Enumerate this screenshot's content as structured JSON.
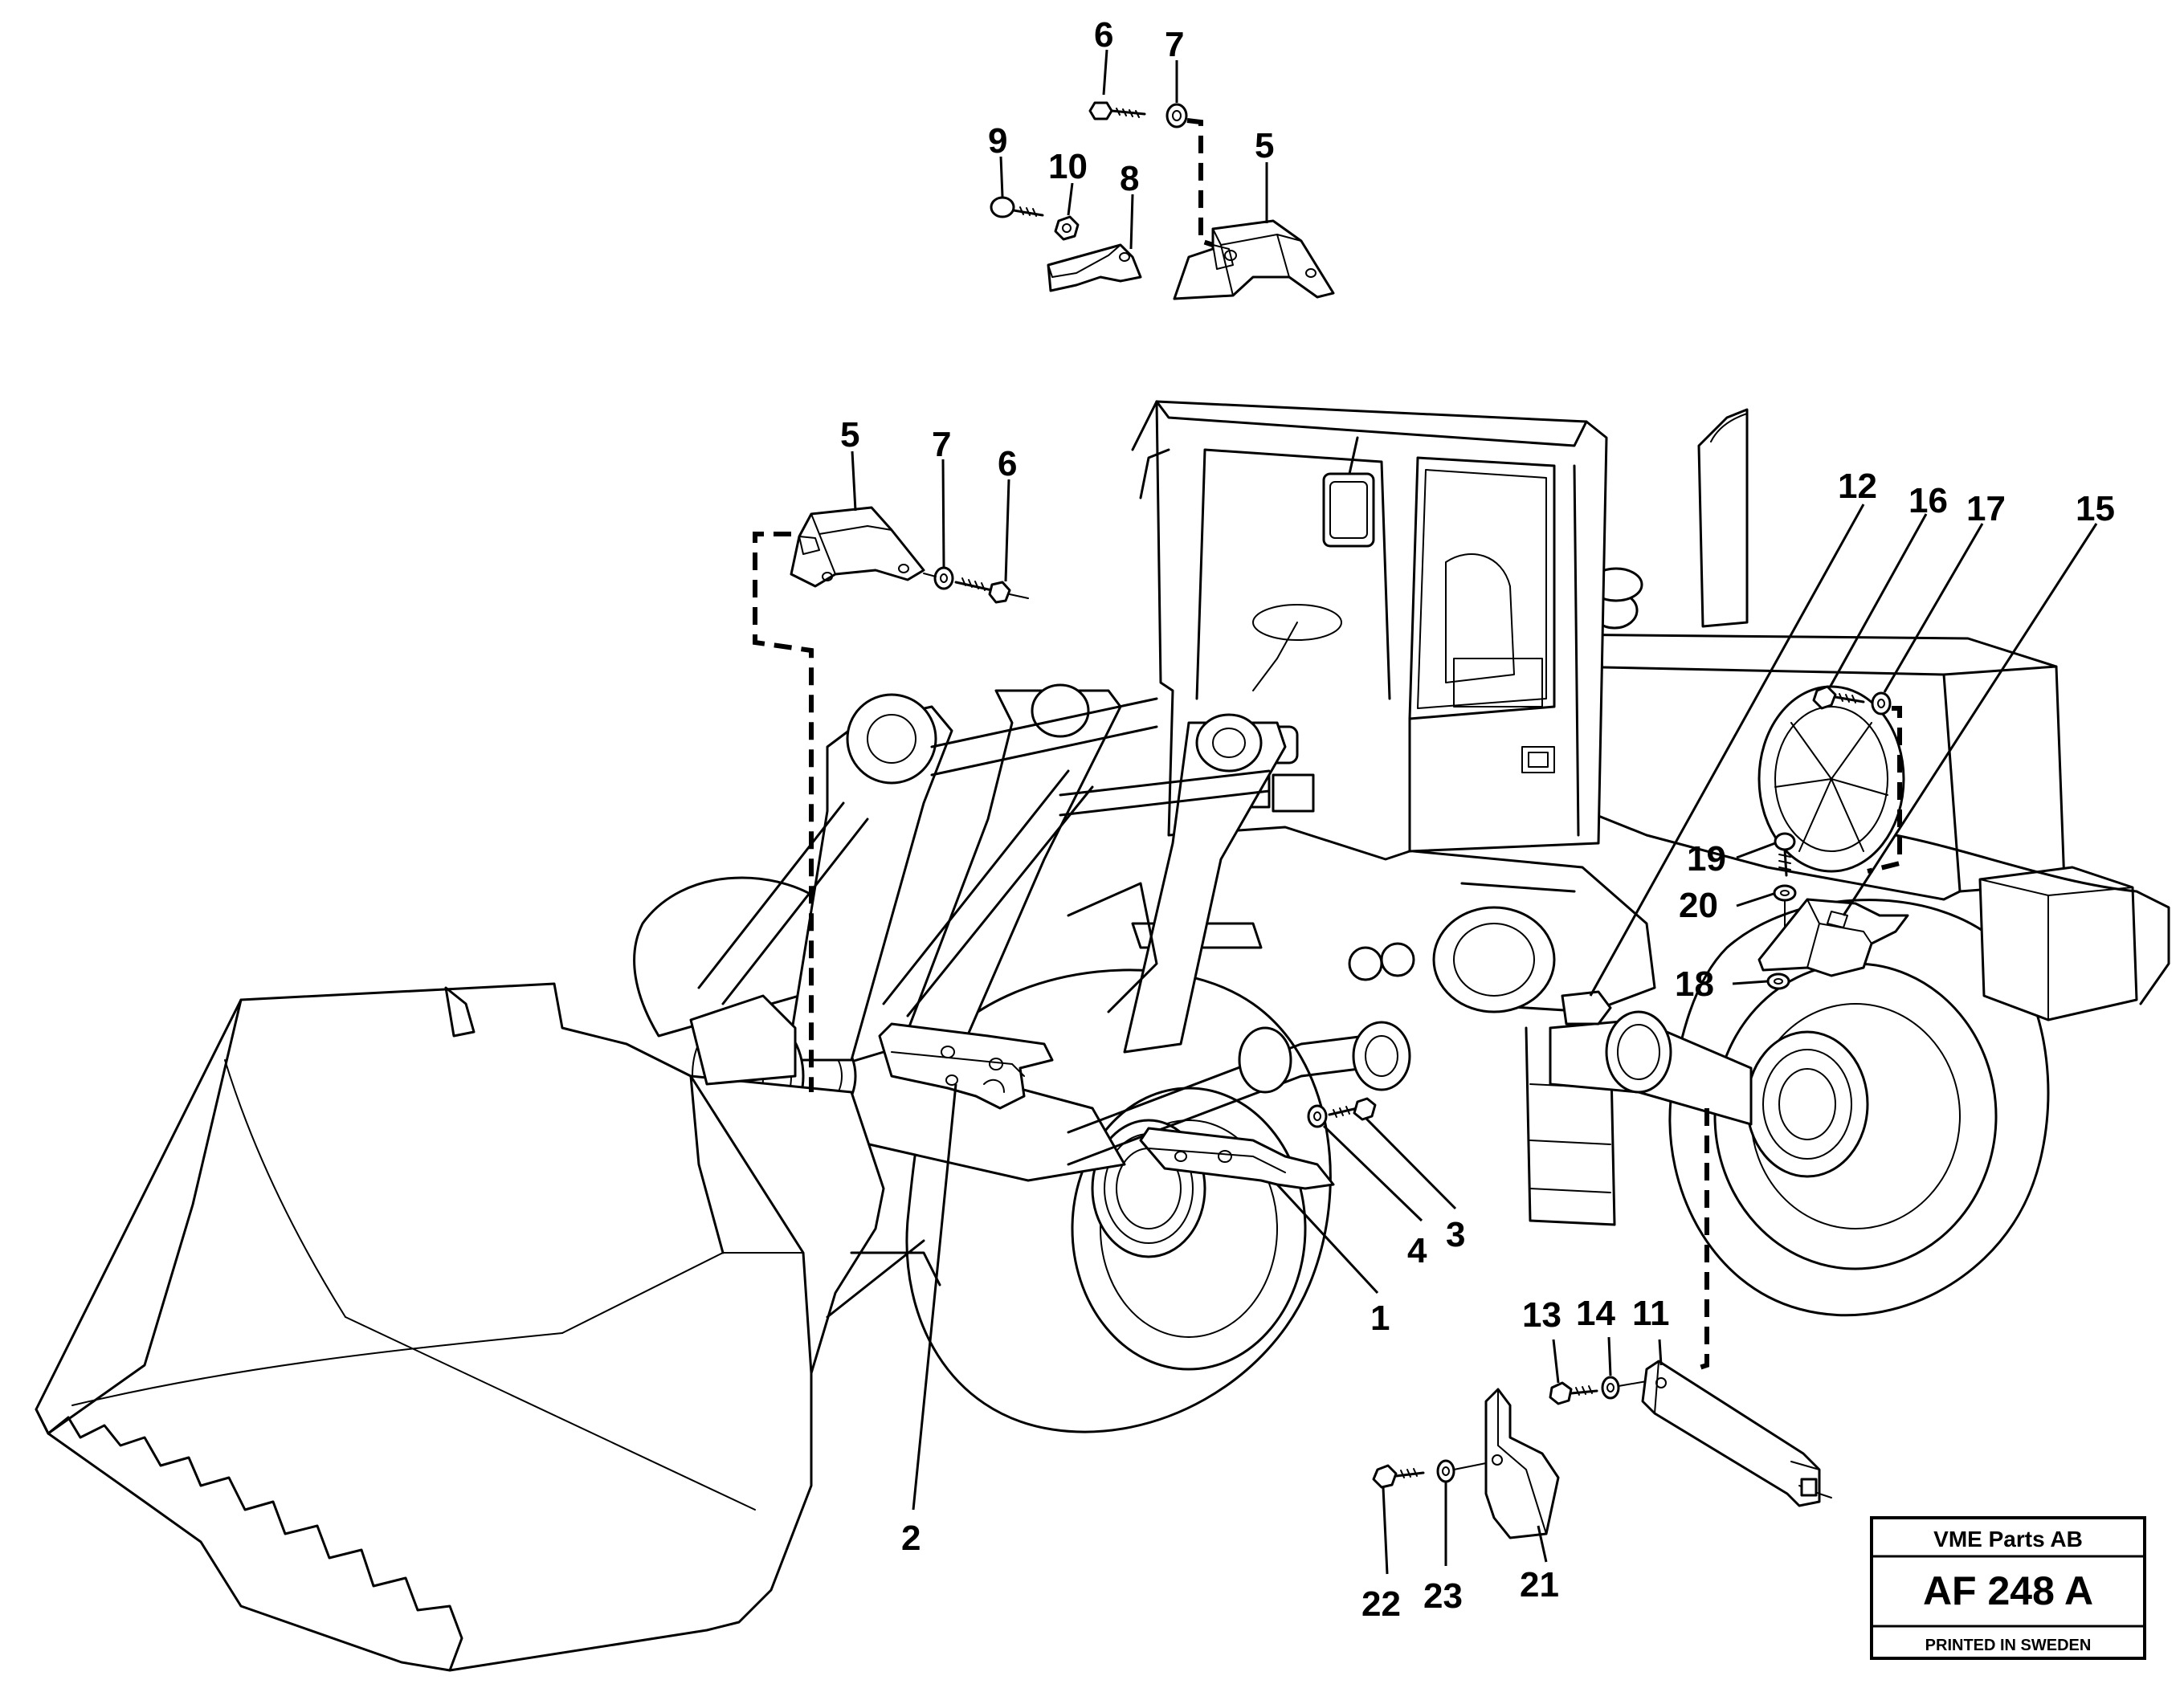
{
  "callouts": [
    "6",
    "7",
    "9",
    "10",
    "8",
    "5",
    "5",
    "7",
    "6",
    "12",
    "16",
    "17",
    "15",
    "19",
    "20",
    "18",
    "4",
    "3",
    "1",
    "2",
    "13",
    "14",
    "11",
    "22",
    "23",
    "21"
  ],
  "title_block": {
    "company": "VME Parts AB",
    "drawing_number": "AF 248 A",
    "footer": "PRINTED IN SWEDEN"
  }
}
